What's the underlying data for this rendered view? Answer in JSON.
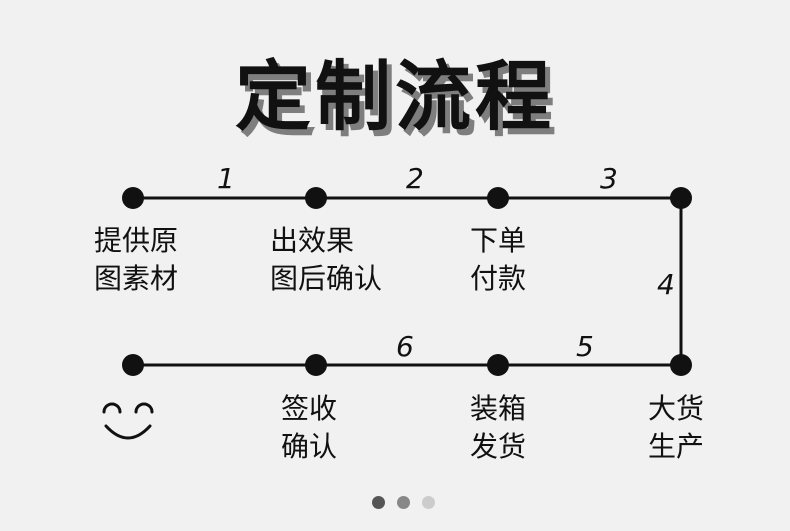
{
  "title": "定制流程",
  "step_numbers": [
    "1",
    "2",
    "3",
    "4",
    "5",
    "6"
  ],
  "steps": [
    {
      "line1": "提供原",
      "line2": "图素材"
    },
    {
      "line1": "出效果",
      "line2": "图后确认"
    },
    {
      "line1": "下单",
      "line2": "付款"
    },
    {
      "line1": "大货",
      "line2": "生产"
    },
    {
      "line1": "装箱",
      "line2": "发货"
    },
    {
      "line1": "签收",
      "line2": "确认"
    }
  ],
  "end_icon": "smiley-face-icon",
  "pagination": {
    "count": 3,
    "active": 0
  },
  "colors": {
    "line": "#111111",
    "dot_active": "#555555",
    "dot_mid": "#888888",
    "dot_inactive": "#cccccc"
  }
}
